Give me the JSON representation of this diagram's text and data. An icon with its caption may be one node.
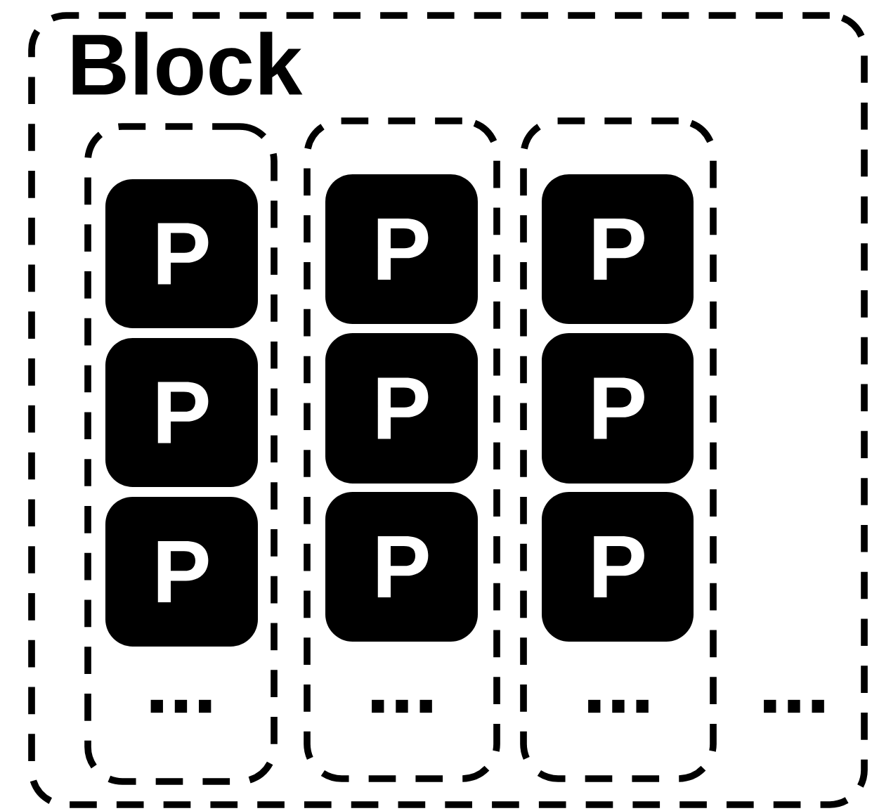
{
  "diagram": {
    "nodes": [
      {
        "text": [
          "Block",
          "..."
        ]
      },
      {
        "text": [
          "..."
        ],
        "in": 0
      },
      {
        "text": [
          "P"
        ],
        "in": 1
      },
      {
        "text": [
          "P"
        ],
        "in": 1
      },
      {
        "text": [
          "P"
        ],
        "in": 1
      },
      {
        "text": [
          "..."
        ],
        "in": 0
      },
      {
        "text": [
          "P"
        ],
        "in": 5
      },
      {
        "text": [
          "P"
        ],
        "in": 5
      },
      {
        "text": [
          "P"
        ],
        "in": 5
      },
      {
        "text": [
          "..."
        ],
        "in": 0
      },
      {
        "text": [
          "P"
        ],
        "in": 9
      },
      {
        "text": [
          "P"
        ],
        "in": 9
      },
      {
        "text": [
          "P"
        ],
        "in": 9
      }
    ],
    "edges": []
  }
}
